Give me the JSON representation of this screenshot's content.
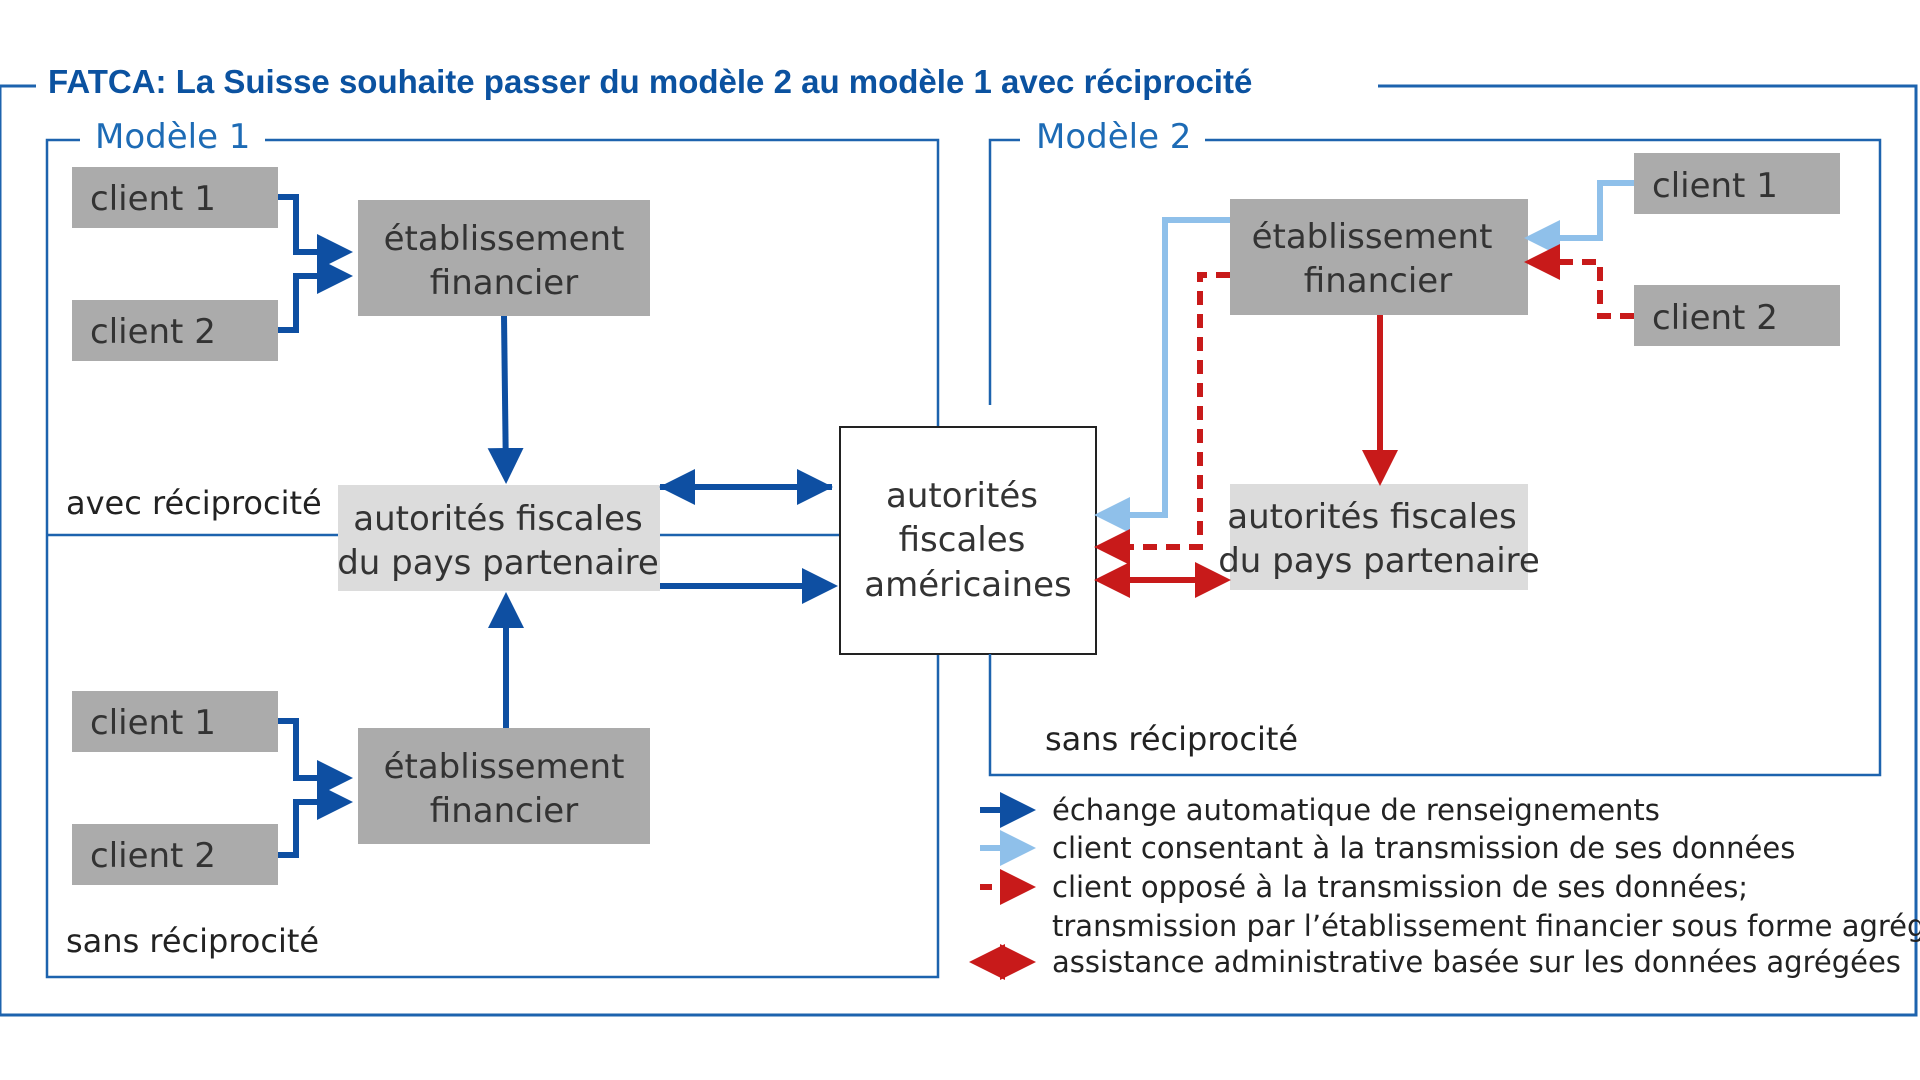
{
  "title": "FATCA: La Suisse souhaite passer du modèle 2 au modèle 1 avec réciprocité",
  "model1": {
    "label": "Modèle 1",
    "avec_reciprocite": "avec réciprocité",
    "sans_reciprocite": "sans réciprocité",
    "client1": "client 1",
    "client2": "client 2",
    "etab_line1": "établissement",
    "etab_line2": "financier",
    "auth_line1": "autorités fiscales",
    "auth_line2": "du pays partenaire"
  },
  "model2": {
    "label": "Modèle 2",
    "sans_reciprocite": "sans réciprocité",
    "client1": "client 1",
    "client2": "client 2",
    "etab_line1": "établissement",
    "etab_line2": "financier",
    "auth_line1": "autorités fiscales",
    "auth_line2": "du pays partenaire"
  },
  "us_authorities": {
    "line1": "autorités",
    "line2": "fiscales",
    "line3": "américaines"
  },
  "legend": {
    "item1": "échange automatique de renseignements",
    "item2": "client consentant à la transmission de ses données",
    "item3_line1": "client opposé à la transmission de ses données;",
    "item3_line2": "transmission par l’établissement financier sous forme agrégée",
    "item4": "assistance administrative basée sur les données agrégées"
  },
  "colors": {
    "frame": "#1D63AE",
    "title": "#0B52A0",
    "dark_blue_arrow": "#0E4FA2",
    "light_blue_arrow": "#8FC0EA",
    "red_arrow": "#C81A1A",
    "gray_box": "#ABABAB",
    "light_gray_box": "#DCDCDC"
  }
}
